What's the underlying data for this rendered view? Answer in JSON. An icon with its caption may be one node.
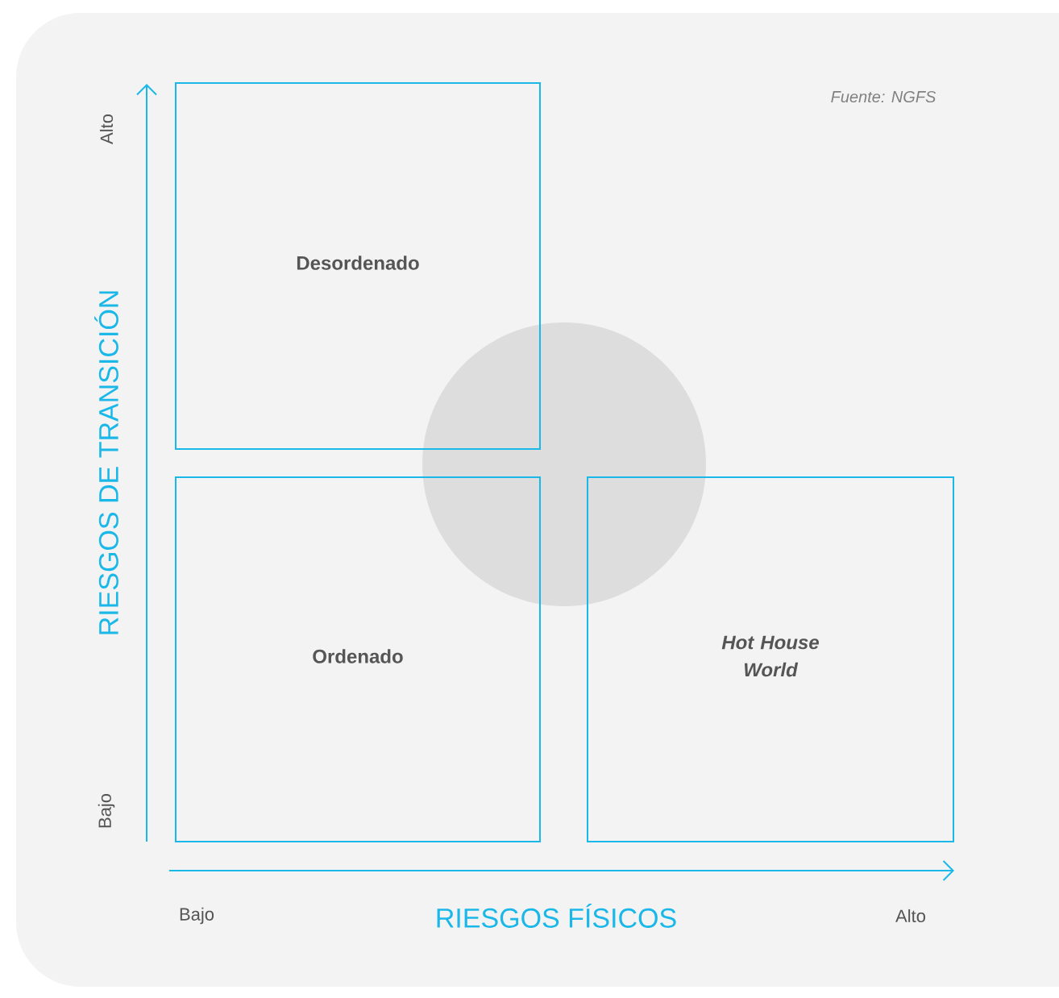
{
  "diagram": {
    "nodes": [
      {
        "text": [
          "Desordenado"
        ]
      },
      {
        "text": [],
        "shape": "circle"
      },
      {
        "text": [
          "Ordenado"
        ]
      },
      {
        "text": [
          "Hot House World"
        ]
      }
    ],
    "labels": [
      "Fuente: NGFS",
      "Alto",
      "RIESGOS DE TRANSICIÓN",
      "Bajo",
      "Bajo",
      "RIESGOS FÍSICOS",
      "Alto"
    ]
  }
}
